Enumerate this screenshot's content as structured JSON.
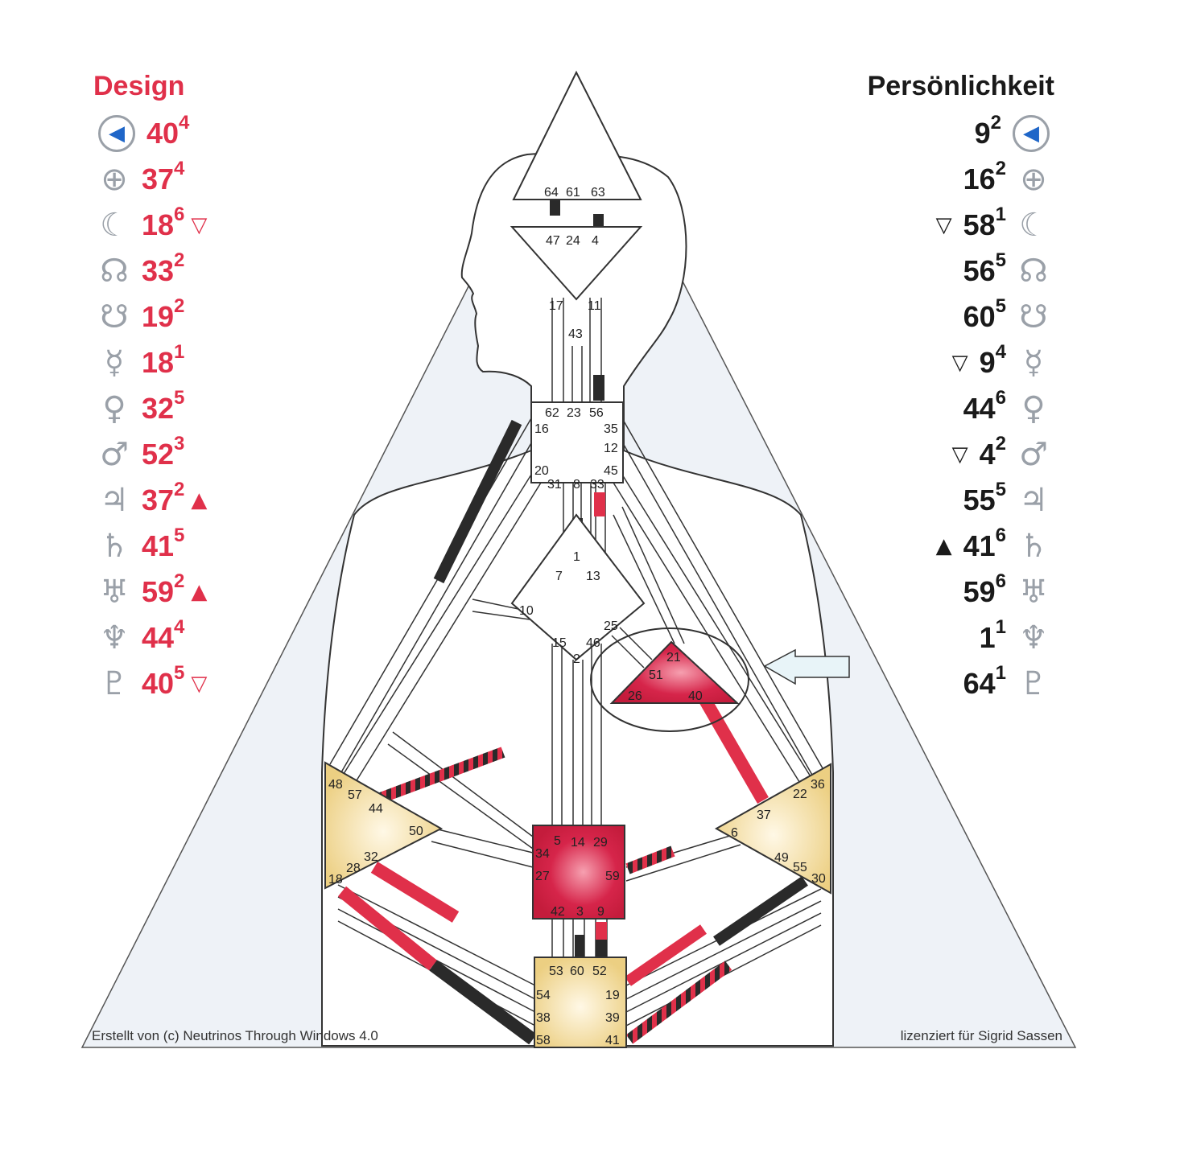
{
  "design": {
    "title": "Design",
    "rows": [
      {
        "planet": "sun-icon",
        "glyph": "◀",
        "gate": "40",
        "line": "4",
        "mark": ""
      },
      {
        "planet": "earth-icon",
        "glyph": "⊕",
        "gate": "37",
        "line": "4",
        "mark": ""
      },
      {
        "planet": "moon-icon",
        "glyph": "☾",
        "gate": "18",
        "line": "6",
        "mark": "▽"
      },
      {
        "planet": "north-node-icon",
        "glyph": "☊",
        "gate": "33",
        "line": "2",
        "mark": ""
      },
      {
        "planet": "south-node-icon",
        "glyph": "☋",
        "gate": "19",
        "line": "2",
        "mark": ""
      },
      {
        "planet": "mercury-icon",
        "glyph": "☿",
        "gate": "18",
        "line": "1",
        "mark": ""
      },
      {
        "planet": "venus-icon",
        "glyph": "♀",
        "gate": "32",
        "line": "5",
        "mark": ""
      },
      {
        "planet": "mars-icon",
        "glyph": "♂",
        "gate": "52",
        "line": "3",
        "mark": ""
      },
      {
        "planet": "jupiter-icon",
        "glyph": "♃",
        "gate": "37",
        "line": "2",
        "mark": "▲"
      },
      {
        "planet": "saturn-icon",
        "glyph": "♄",
        "gate": "41",
        "line": "5",
        "mark": ""
      },
      {
        "planet": "uranus-icon",
        "glyph": "♅",
        "gate": "59",
        "line": "2",
        "mark": "▲"
      },
      {
        "planet": "neptune-icon",
        "glyph": "♆",
        "gate": "44",
        "line": "4",
        "mark": ""
      },
      {
        "planet": "pluto-icon",
        "glyph": "♇",
        "gate": "40",
        "line": "5",
        "mark": "▽"
      }
    ]
  },
  "personality": {
    "title": "Persönlichkeit",
    "rows": [
      {
        "planet": "sun-icon",
        "glyph": "◀",
        "gate": "9",
        "line": "2",
        "mark": ""
      },
      {
        "planet": "earth-icon",
        "glyph": "⊕",
        "gate": "16",
        "line": "2",
        "mark": ""
      },
      {
        "planet": "moon-icon",
        "glyph": "☾",
        "gate": "58",
        "line": "1",
        "mark": "▽"
      },
      {
        "planet": "north-node-icon",
        "glyph": "☊",
        "gate": "56",
        "line": "5",
        "mark": ""
      },
      {
        "planet": "south-node-icon",
        "glyph": "☋",
        "gate": "60",
        "line": "5",
        "mark": ""
      },
      {
        "planet": "mercury-icon",
        "glyph": "☿",
        "gate": "9",
        "line": "4",
        "mark": "▽"
      },
      {
        "planet": "venus-icon",
        "glyph": "♀",
        "gate": "44",
        "line": "6",
        "mark": ""
      },
      {
        "planet": "mars-icon",
        "glyph": "♂",
        "gate": "4",
        "line": "2",
        "mark": "▽"
      },
      {
        "planet": "jupiter-icon",
        "glyph": "♃",
        "gate": "55",
        "line": "5",
        "mark": ""
      },
      {
        "planet": "saturn-icon",
        "glyph": "♄",
        "gate": "41",
        "line": "6",
        "mark": "▲"
      },
      {
        "planet": "uranus-icon",
        "glyph": "♅",
        "gate": "59",
        "line": "6",
        "mark": ""
      },
      {
        "planet": "neptune-icon",
        "glyph": "♆",
        "gate": "1",
        "line": "1",
        "mark": ""
      },
      {
        "planet": "pluto-icon",
        "glyph": "♇",
        "gate": "64",
        "line": "1",
        "mark": ""
      }
    ]
  },
  "gates": {
    "g64": "64",
    "g61": "61",
    "g63": "63",
    "g47": "47",
    "g24": "24",
    "g4": "4",
    "g17": "17",
    "g11": "11",
    "g43": "43",
    "g62": "62",
    "g23": "23",
    "g56": "56",
    "g16": "16",
    "g35": "35",
    "g12": "12",
    "g20": "20",
    "g45": "45",
    "g31": "31",
    "g8": "8",
    "g33": "33",
    "g1": "1",
    "g7": "7",
    "g13": "13",
    "g10": "10",
    "g25": "25",
    "g15": "15",
    "g46": "46",
    "g2": "2",
    "g21": "21",
    "g51": "51",
    "g26": "26",
    "g40": "40",
    "g48": "48",
    "g57": "57",
    "g44": "44",
    "g50": "50",
    "g32": "32",
    "g28": "28",
    "g18": "18",
    "g22": "22",
    "g36": "36",
    "g37": "37",
    "g6": "6",
    "g49": "49",
    "g55": "55",
    "g30": "30",
    "g5": "5",
    "g14": "14",
    "g29": "29",
    "g34": "34",
    "g27": "27",
    "g59": "59",
    "g42": "42",
    "g3": "3",
    "g9": "9",
    "g53": "53",
    "g60": "60",
    "g52": "52",
    "g54": "54",
    "g38": "38",
    "g58": "58",
    "g19": "19",
    "g39": "39",
    "g41": "41"
  },
  "footer": {
    "left": "Erstellt von (c) Neutrinos Through Windows 4.0",
    "right": "lizenziert für Sigrid Sassen"
  },
  "colors": {
    "design_red": "#e0304a",
    "personality_black": "#1a1a1a",
    "planet_gray": "#9aa0a8",
    "sun_blue": "#1f66c8",
    "center_yellow": "#f0d88c",
    "center_red": "#d42040",
    "background_blue": "#eef2f7"
  }
}
